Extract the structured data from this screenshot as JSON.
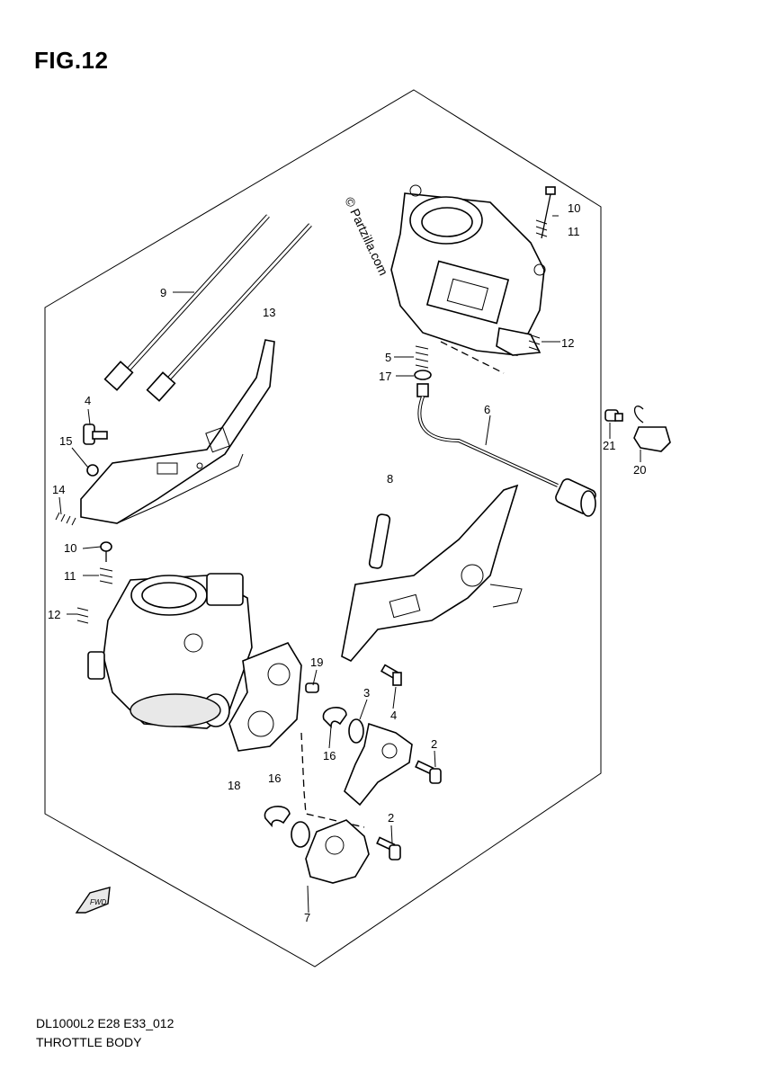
{
  "figure": {
    "title": "FIG.12"
  },
  "watermark": "© Partzilla.com",
  "callouts": {
    "c1": "10",
    "c2": "11",
    "c3": "9",
    "c4": "13",
    "c5": "12",
    "c6": "5",
    "c7": "17",
    "c8": "6",
    "c9": "4",
    "c10": "15",
    "c11": "14",
    "c12": "21",
    "c13": "20",
    "c14": "8",
    "c15": "10",
    "c16": "11",
    "c17": "12",
    "c18": "19",
    "c19": "3",
    "c20": "4",
    "c21": "2",
    "c22": "16",
    "c23": "18",
    "c24": "16",
    "c25": "2",
    "c26": "7"
  },
  "front_arrow": "FWD",
  "footer": {
    "code": "DL1000L2 E28 E33_012",
    "name": "THROTTLE BODY"
  }
}
